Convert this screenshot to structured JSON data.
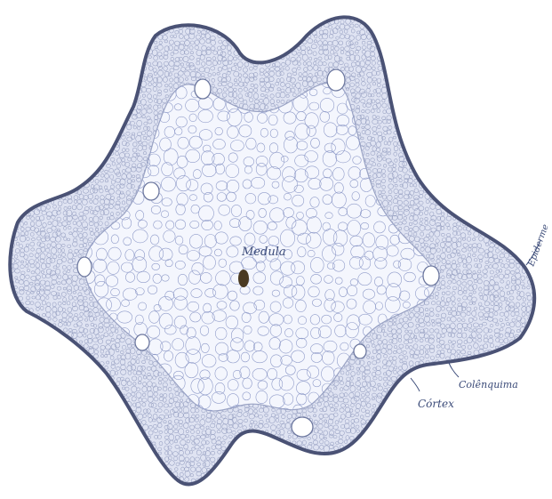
{
  "drawing": {
    "subject": "stem-cross-section",
    "colors": {
      "outline": "#4a5275",
      "cortex_shading": "#9aa3c4",
      "cell_stroke": "#8f9bc9",
      "pith_fill": "#f4f6fd",
      "cortex_fill": "#dfe3f2",
      "label_ink": "#3a4a78",
      "vascular_dot": "#4a3a22"
    }
  },
  "labels": {
    "medula": "Medula",
    "cortex": "Córtex",
    "colenquima": "Colênquima",
    "epiderme": "Epiderme"
  }
}
